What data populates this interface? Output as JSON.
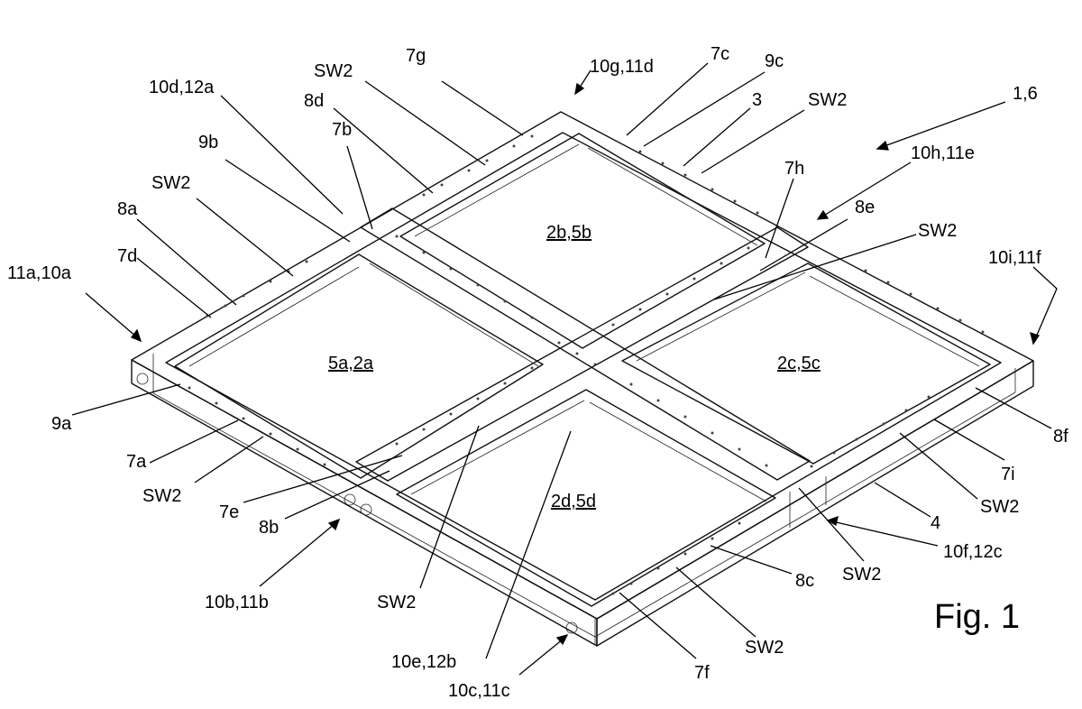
{
  "figure": {
    "title": "Fig. 1",
    "compartments": [
      "5a,2a",
      "2b,5b",
      "2c,5c",
      "2d,5d"
    ],
    "labels": [
      "SW2",
      "7g",
      "10g,11d",
      "7c",
      "9c",
      "10d,12a",
      "8d",
      "3",
      "SW2",
      "1,6",
      "7b",
      "9b",
      "7h",
      "10h,11e",
      "SW2",
      "8e",
      "SW2",
      "8a",
      "7d",
      "11a,10a",
      "10i,11f",
      "9a",
      "8f",
      "7a",
      "7i",
      "SW2",
      "SW2",
      "7e",
      "8b",
      "4",
      "10f,12c",
      "SW2",
      "8c",
      "10b,11b",
      "SW2",
      "10e,12b",
      "SW2",
      "7f",
      "10c,11c"
    ]
  }
}
